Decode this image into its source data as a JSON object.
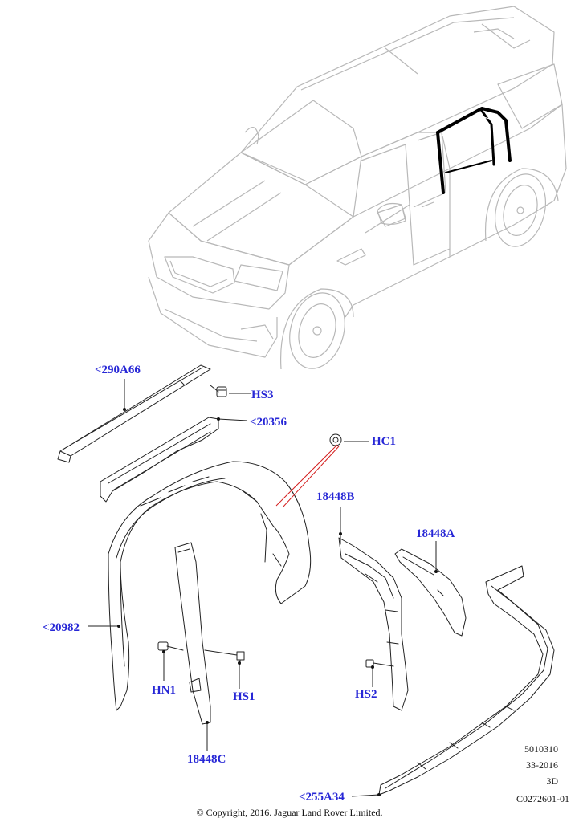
{
  "callouts": {
    "c290A66": "<290A66",
    "hs3": "HS3",
    "c20356": "<20356",
    "hc1": "HC1",
    "c18448B": "18448B",
    "c18448A": "18448A",
    "c20982": "<20982",
    "hn1": "HN1",
    "hs1": "HS1",
    "hs2": "HS2",
    "c18448C": "18448C",
    "c255A34": "<255A34"
  },
  "reference": {
    "line1": "5010310",
    "line2": "33-2016",
    "line3": "3D",
    "line4": "C0272601-01"
  },
  "copyright": "© Copyright, 2016. Jaguar Land Rover Limited.",
  "colors": {
    "callout_text": "#2727d6",
    "vehicle_outline": "#b8b8b8",
    "part_outline": "#222222",
    "highlight": "#000000",
    "leader_red": "#d42020"
  }
}
